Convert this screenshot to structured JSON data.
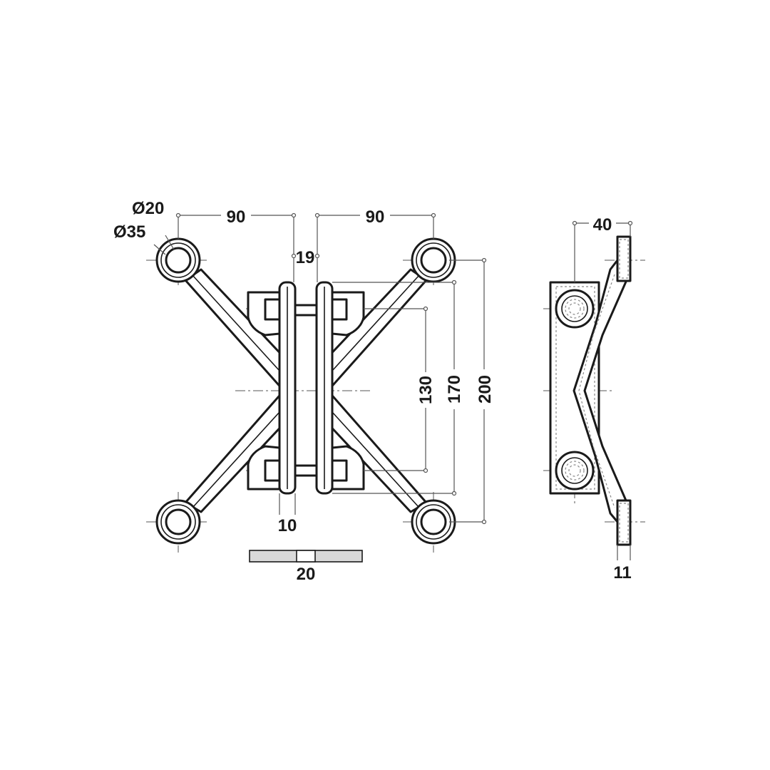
{
  "front_view": {
    "dimensions": {
      "arm_span_left": "90",
      "arm_span_right": "90",
      "hole_inner_diameter": "Ø20",
      "hole_outer_diameter": "Ø35",
      "body_gap": "19",
      "plate_thickness": "10",
      "bolt_pitch": "130",
      "plate_height": "170",
      "overall_height": "200"
    }
  },
  "top_section": {
    "dimensions": {
      "width": "20"
    }
  },
  "side_view": {
    "dimensions": {
      "depth": "40",
      "flange_thickness": "11"
    }
  },
  "colors": {
    "line": "#1a1a1a",
    "dim_line": "#555555",
    "section_fill": "#d9d9d9"
  }
}
